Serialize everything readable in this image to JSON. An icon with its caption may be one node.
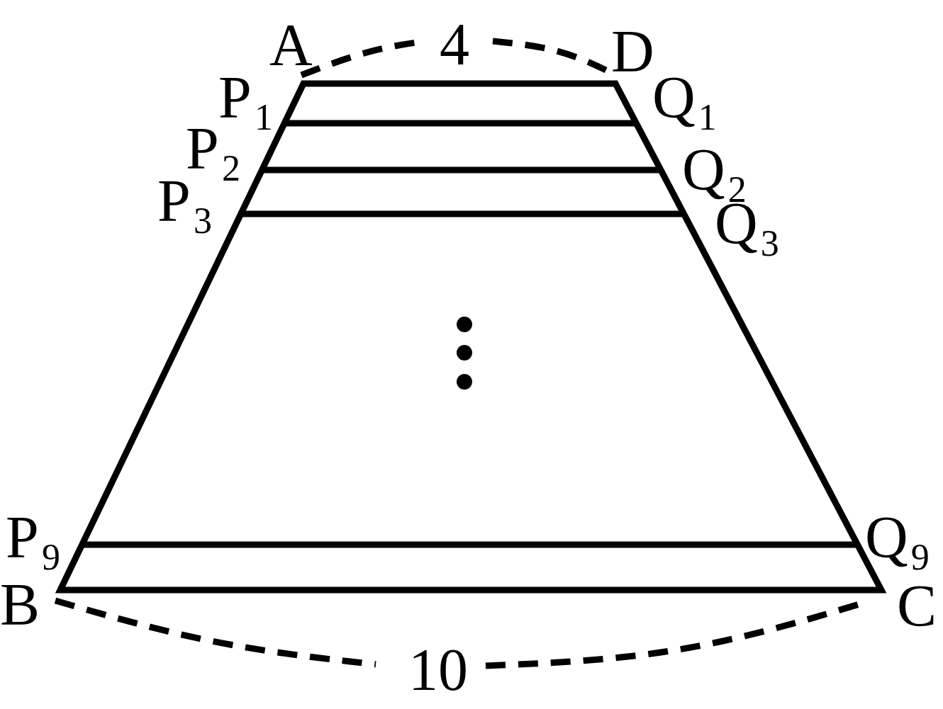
{
  "diagram": {
    "labels": [
      "A",
      "4",
      "D",
      "P$_{1}$",
      "Q$_{1}$",
      "P$_{2}$",
      "Q$_{2}$",
      "P$_{3}$",
      "Q$_{3}$",
      "P$_{9}$",
      "Q$_{9}$",
      "B",
      "C",
      "10"
    ]
  }
}
